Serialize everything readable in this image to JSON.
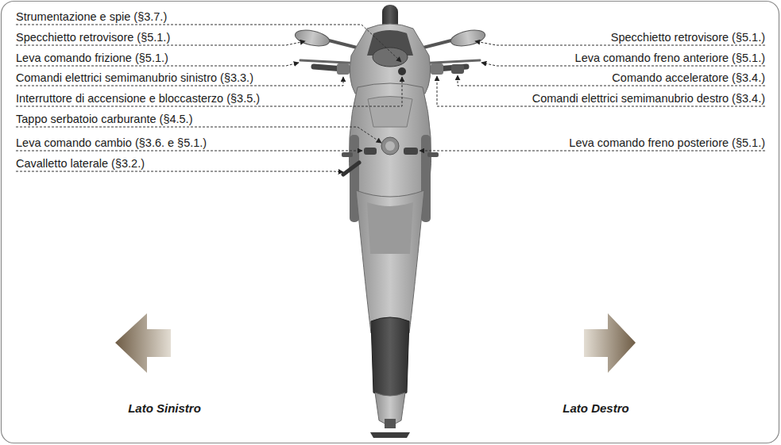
{
  "diagram": {
    "labels": [
      "Strumentazione e spie (§3.7.)",
      "Specchietto retrovisore (§5.1.)",
      "Leva comando frizione (§5.1.)",
      "Comandi elettrici semimanubrio sinistro (§3.3.)",
      "Interruttore di accensione e bloccasterzo (§3.5.)",
      "Tappo serbatoio carburante (§4.5.)",
      "Leva comando cambio (§3.6. e §5.1.)",
      "Cavalletto laterale (§3.2.)",
      "Specchietto retrovisore (§5.1.)",
      "Leva comando freno anteriore (§5.1.)",
      "Comando acceleratore (§3.4.)",
      "Comandi elettrici semimanubrio destro (§3.4.)",
      "Leva comando freno posteriore (§5.1.)",
      "Lato Sinistro",
      "Lato Destro"
    ]
  }
}
